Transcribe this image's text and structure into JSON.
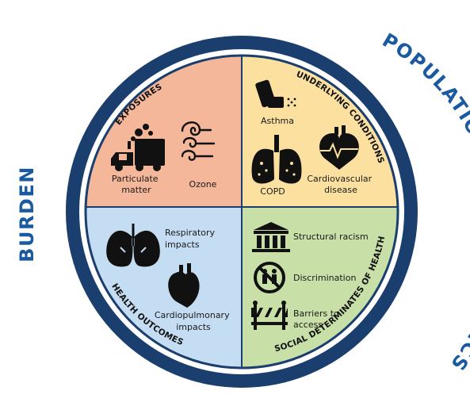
{
  "outer_labels": {
    "left": "BURDEN",
    "right": "POPULATION CHARACTERISTICS"
  },
  "quadrants": {
    "exposures": {
      "title": "EXPOSURES",
      "items": [
        "Particulate matter",
        "Ozone"
      ],
      "item_lines": [
        [
          "Particulate",
          "matter"
        ],
        [
          "Ozone"
        ]
      ],
      "icons": [
        "truck-exhaust-icon",
        "wind-swirl-icon"
      ]
    },
    "underlying_conditions": {
      "title": "UNDERLYING CONDITIONS",
      "items": [
        "Asthma",
        "COPD",
        "Cardiovascular disease"
      ],
      "item_lines": [
        [
          "Asthma"
        ],
        [
          "COPD"
        ],
        [
          "Cardiovascular",
          "disease"
        ]
      ],
      "icons": [
        "inhaler-icon",
        "diseased-lungs-icon",
        "heart-ecg-icon"
      ]
    },
    "health_outcomes": {
      "title": "HEALTH OUTCOMES",
      "items": [
        "Respiratory impacts",
        "Cardiopulmonary impacts"
      ],
      "item_lines": [
        [
          "Respiratory",
          "impacts"
        ],
        [
          "Cardiopulmonary",
          "impacts"
        ]
      ],
      "icons": [
        "lungs-icon",
        "heart-icon"
      ]
    },
    "social_determinants": {
      "title": "SOCIAL DETERMINATES OF HEALTH",
      "items": [
        "Structural racism",
        "Discrimination",
        "Barriers to access"
      ],
      "item_lines": [
        [
          "Structural racism"
        ],
        [
          "Discrimination"
        ],
        [
          "Barriers to",
          "access"
        ]
      ],
      "icons": [
        "building-columns-icon",
        "no-people-icon",
        "barrier-icon"
      ]
    }
  },
  "colors": {
    "ring": "#1a3e6e",
    "exposures": "#f5b79a",
    "underlying_conditions": "#fce0a0",
    "health_outcomes": "#c5ddf2",
    "social_determinants": "#c8dfa8",
    "outer_text": "#1a5aa0"
  }
}
